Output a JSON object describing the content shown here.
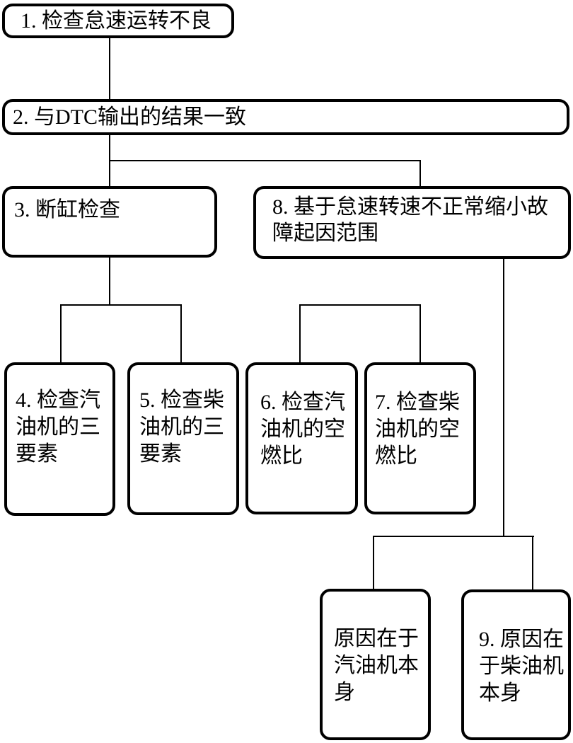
{
  "diagram": {
    "background_color": "#ffffff",
    "line_color": "#000000",
    "nodes": [
      {
        "id": "1",
        "label": "1. 检查怠速运转不良"
      },
      {
        "id": "2",
        "label": "2. 与DTC输出的结果一致"
      },
      {
        "id": "3",
        "label": "3. 断缸检查"
      },
      {
        "id": "8",
        "label": "8. 基于怠速转速不正常缩小故\n障起因范围"
      },
      {
        "id": "4",
        "label": "4. 检查汽\n油机的三\n要素"
      },
      {
        "id": "5",
        "label": "5. 检查柴\n油机的三\n要素"
      },
      {
        "id": "6",
        "label": "6. 检查汽\n油机的空\n燃比"
      },
      {
        "id": "7",
        "label": "7. 检查柴\n油机的空\n燃比"
      },
      {
        "id": "gasoline-cause",
        "label": "原因在于\n汽油机本\n身"
      },
      {
        "id": "9",
        "label": "9. 原因在\n于柴油机\n本身"
      }
    ]
  }
}
